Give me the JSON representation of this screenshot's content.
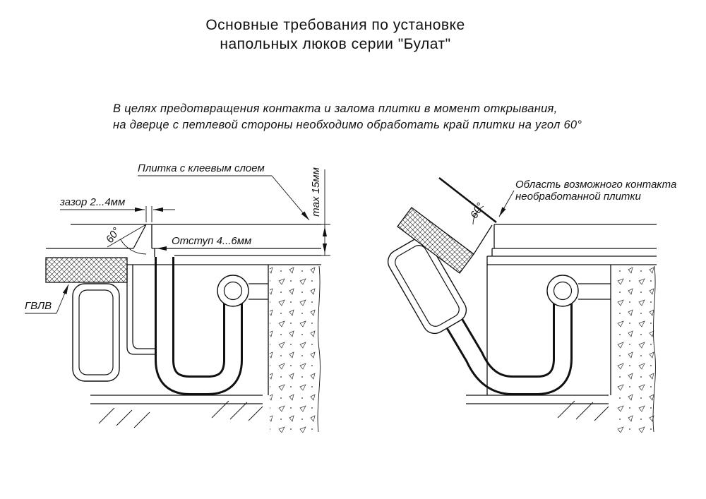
{
  "title": {
    "line1": "Основные требования по установке",
    "line2": "напольных люков серии \"Булат\""
  },
  "note": {
    "line1": "В целях предотвращения контакта и залома плитки в момент открывания,",
    "line2": "на дверце с петлевой стороны необходимо обработать край плитки на угол 60°"
  },
  "left": {
    "tile_label": "Плитка с клеевым слоем",
    "gap_label": "зазор 2...4мм",
    "angle_label": "60°",
    "offset_label": "Отступ 4...6мм",
    "max_label": "max 15мм",
    "board_label": "ГВЛВ"
  },
  "right": {
    "contact_line1": "Область возможного контакта",
    "contact_line2": "необработанной плитки",
    "angle_label": "60°"
  },
  "colors": {
    "ink": "#111111",
    "paper": "#ffffff"
  }
}
